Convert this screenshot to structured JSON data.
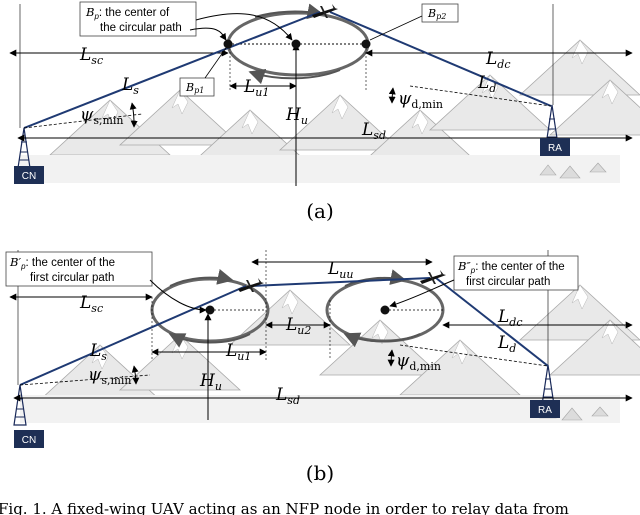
{
  "panel_a": {
    "caption": "(a)",
    "bp_note": "B_p: the center of the circular path",
    "bp_note_lines": [
      "the center of",
      "the circular path"
    ],
    "bp_note_sym": "B",
    "bp_note_sub": "p",
    "bp1": {
      "sym": "B",
      "sub": "p1"
    },
    "bp2": {
      "sym": "B",
      "sub": "p2"
    },
    "l_sc": {
      "sym": "L",
      "sub": "sc"
    },
    "l_dc": {
      "sym": "L",
      "sub": "dc"
    },
    "l_s": {
      "sym": "L",
      "sub": "s"
    },
    "l_d": {
      "sym": "L",
      "sub": "d"
    },
    "l_u1": {
      "sym": "L",
      "sub": "u1"
    },
    "h_u": {
      "sym": "H",
      "sub": "u"
    },
    "l_sd": {
      "sym": "L",
      "sub": "sd"
    },
    "psi_s": {
      "sym": "ψ",
      "sub": "s,min"
    },
    "psi_d": {
      "sym": "ψ",
      "sub": "d,min"
    },
    "cn": "CN",
    "ra": "RA"
  },
  "panel_b": {
    "caption": "(b)",
    "left_note": [
      "the center of the",
      "first circular path"
    ],
    "left_note_sym": "B′",
    "left_note_sub": "p",
    "right_note": [
      "the center of the",
      "first circular path"
    ],
    "right_note_sym": "B″",
    "right_note_sub": "p",
    "l_uu": {
      "sym": "L",
      "sub": "uu"
    },
    "l_sc": {
      "sym": "L",
      "sub": "sc"
    },
    "l_dc": {
      "sym": "L",
      "sub": "dc"
    },
    "l_s": {
      "sym": "L",
      "sub": "s"
    },
    "l_d": {
      "sym": "L",
      "sub": "d"
    },
    "l_u1": {
      "sym": "L",
      "sub": "u1"
    },
    "l_u2": {
      "sym": "L",
      "sub": "u2"
    },
    "h_u": {
      "sym": "H",
      "sub": "u"
    },
    "l_sd": {
      "sym": "L",
      "sub": "sd"
    },
    "psi_s": {
      "sym": "ψ",
      "sub": "s,min"
    },
    "psi_d": {
      "sym": "ψ",
      "sub": "d,min"
    },
    "cn": "CN",
    "ra": "RA"
  },
  "figure_caption": "Fig. 1.  A fixed-wing UAV acting as an NFP node in order to relay data from"
}
